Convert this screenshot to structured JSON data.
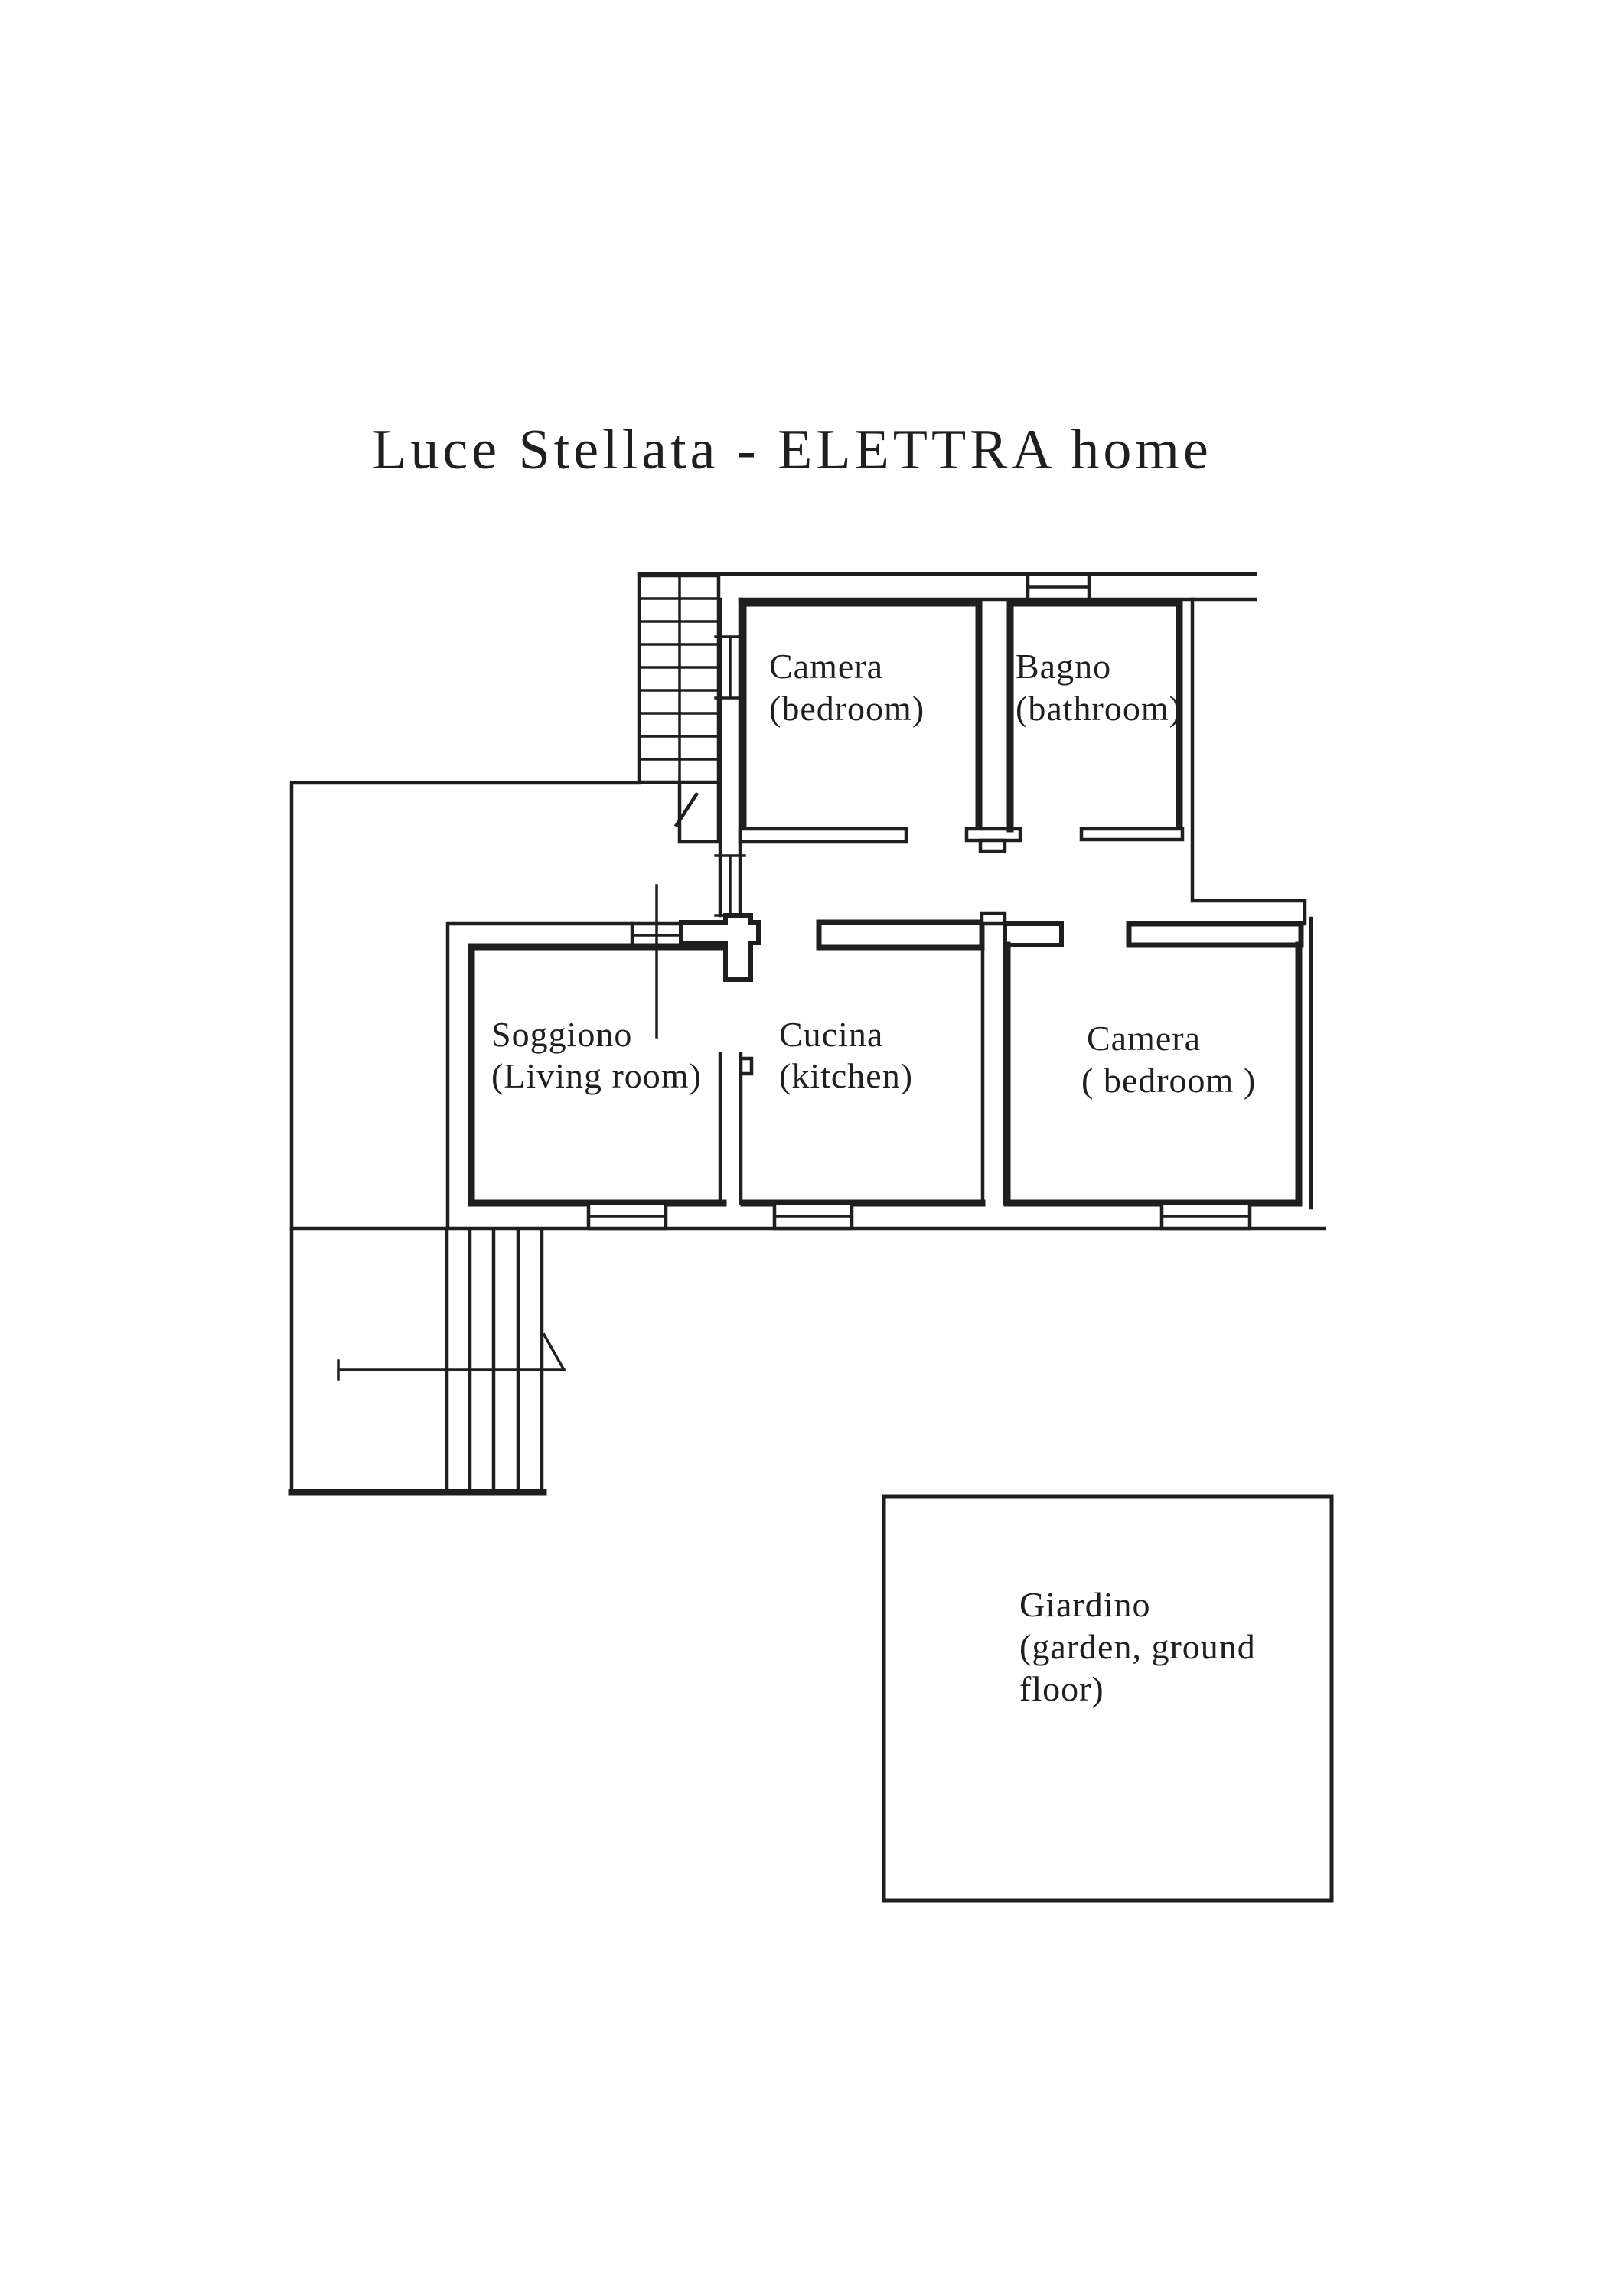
{
  "page": {
    "background": "#ffffff",
    "ink": "#1f1f1f"
  },
  "title": {
    "text": "Luce Stellata - ELETTRA home"
  },
  "floor_plan": {
    "rooms": [
      {
        "id": "camera-bedroom-top",
        "lines": [
          "Camera",
          "(bedroom)"
        ]
      },
      {
        "id": "bagno-bathroom",
        "lines": [
          "Bagno",
          "(bathroom)"
        ]
      },
      {
        "id": "soggiono-living-room",
        "lines": [
          "Soggiono",
          "(Living room)"
        ]
      },
      {
        "id": "cucina-kitchen",
        "lines": [
          "Cucina",
          "(kitchen)"
        ]
      },
      {
        "id": "camera-bedroom-mid",
        "lines": [
          "Camera",
          "( bedroom )"
        ]
      },
      {
        "id": "giardino-garden",
        "lines": [
          "Giardino",
          "(garden, ground",
          "floor)"
        ]
      }
    ]
  }
}
